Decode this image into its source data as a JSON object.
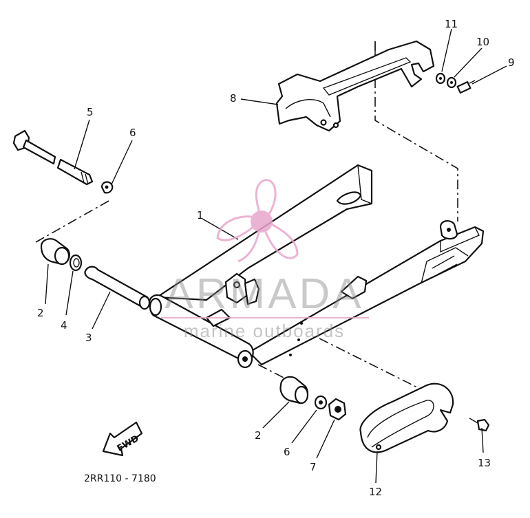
{
  "diagram": {
    "code": "2RR110 - 7180",
    "fwd_label": "FWD"
  },
  "callouts": [
    {
      "id": "c1",
      "label": "1"
    },
    {
      "id": "c2a",
      "label": "2"
    },
    {
      "id": "c2b",
      "label": "2"
    },
    {
      "id": "c3",
      "label": "3"
    },
    {
      "id": "c4",
      "label": "4"
    },
    {
      "id": "c5",
      "label": "5"
    },
    {
      "id": "c6a",
      "label": "6"
    },
    {
      "id": "c6b",
      "label": "6"
    },
    {
      "id": "c7",
      "label": "7"
    },
    {
      "id": "c8",
      "label": "8"
    },
    {
      "id": "c9",
      "label": "9"
    },
    {
      "id": "c10",
      "label": "10"
    },
    {
      "id": "c11",
      "label": "11"
    },
    {
      "id": "c12",
      "label": "12"
    },
    {
      "id": "c13",
      "label": "13"
    }
  ],
  "watermark": {
    "brand": "ARMADA",
    "tagline": "marine outboards",
    "logo_color": "#e8a6cc",
    "text_color": "#8a8a8a"
  }
}
